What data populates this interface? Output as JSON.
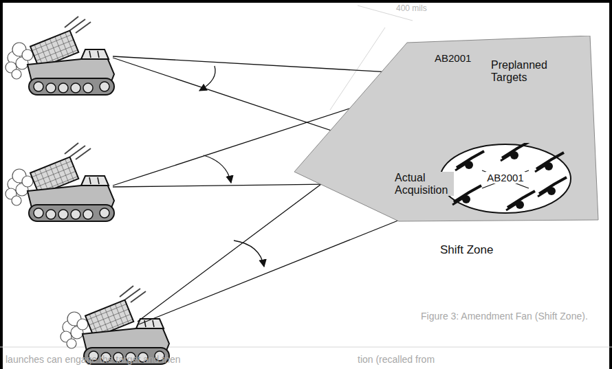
{
  "diagram": {
    "caption": "Figure 3: Amendment Fan (Shift Zone).",
    "nodes": [
      {
        "text": [
          "Shift Zone"
        ]
      },
      {
        "text": [
          "AB2001"
        ],
        "in": 0
      },
      {
        "text": [
          "AB2001"
        ],
        "in": 0
      }
    ],
    "edges": [
      {
        "from": 1,
        "to": 2,
        "arrow": "to"
      }
    ],
    "labels": [
      "Preplanned Targets",
      "Actual Acquisition",
      "400 mils",
      "launches can engage the target and then",
      "tion (recalled from"
    ]
  }
}
